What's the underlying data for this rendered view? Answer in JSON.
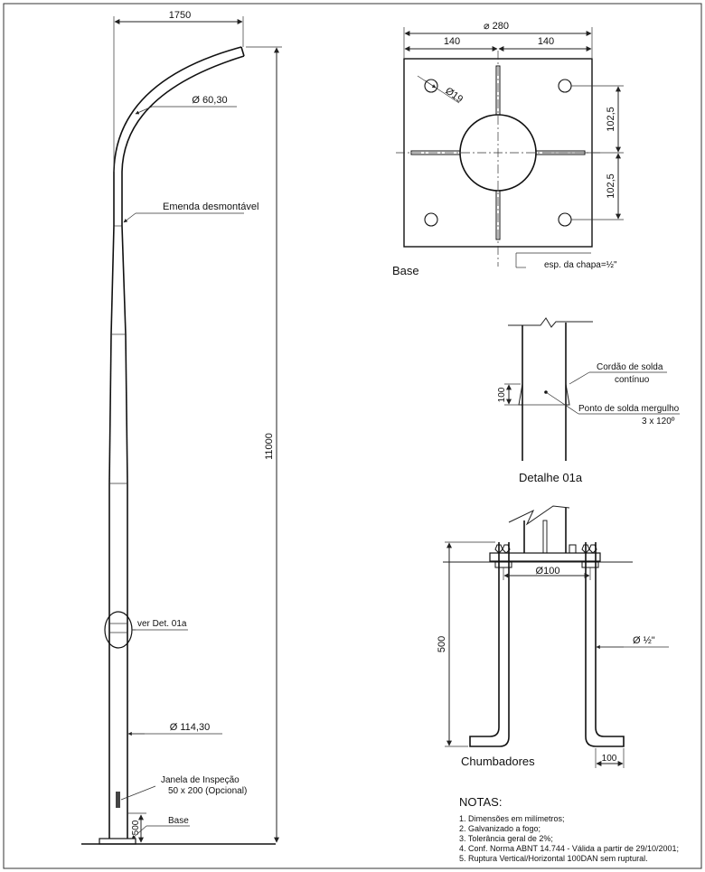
{
  "pole": {
    "dim_width": "1750",
    "dim_arm_diameter": "Ø 60,30",
    "splice_label": "Emenda desmontável",
    "dim_height": "11000",
    "detail_ref": "ver Det. 01a",
    "dim_base_diameter": "Ø 114,30",
    "window_label_1": "Janela de Inspeção",
    "window_label_2": "50 x 200  (Opcional)",
    "dim_embed": "500",
    "base_label": "Base"
  },
  "base_plate": {
    "dim_total": "280",
    "dim_half_left": "140",
    "dim_half_right": "140",
    "dim_hole": "Ø19",
    "dim_vert_top": "102,5",
    "dim_vert_bottom": "102,5",
    "title": "Base",
    "thickness_label": "esp. da chapa=",
    "thickness_value": "½\""
  },
  "detail": {
    "dim_100": "100",
    "weld_label_1": "Cordão de solda",
    "weld_label_2": "contínuo",
    "plug_label_1": "Ponto de solda mergulho",
    "plug_label_2": "3 x 120º",
    "title": "Detalhe 01a"
  },
  "anchors": {
    "dim_depth": "500",
    "dim_center": "Ø100",
    "dim_bolt": "Ø ½\"",
    "dim_hook": "100",
    "title": "Chumbadores"
  },
  "notes": {
    "title": "NOTAS:",
    "items": [
      "1. Dimensões em milímetros;",
      "2. Galvanizado a fogo;",
      "3. Tolerância geral de 2%;",
      "4. Conf. Norma ABNT 14.744 - Válida a partir de 29/10/2001;",
      "5. Ruptura Vertical/Horizontal 100DAN sem ruptural."
    ]
  }
}
